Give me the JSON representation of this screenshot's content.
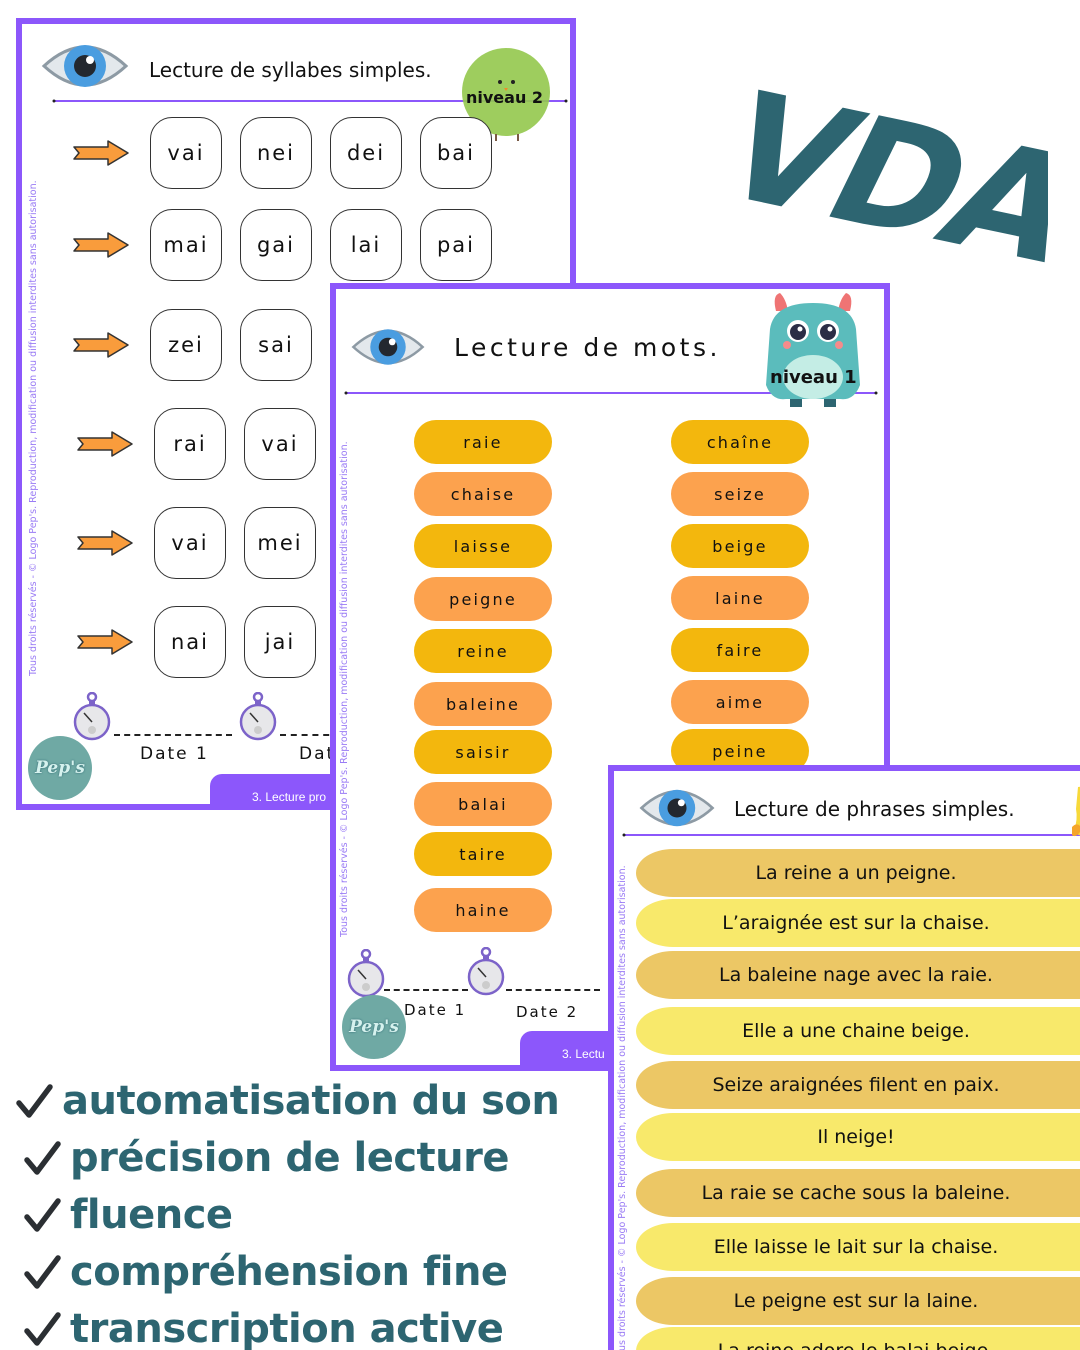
{
  "logo": {
    "text": "VDA",
    "color": "#2d6571"
  },
  "sheet1": {
    "title": "Lecture de syllabes simples.",
    "level": "niveau 2",
    "rows": [
      [
        "vai",
        "nei",
        "dei",
        "bai"
      ],
      [
        "mai",
        "gai",
        "lai",
        "pai"
      ],
      [
        "zei",
        "sai"
      ],
      [
        "rai",
        "vai"
      ],
      [
        "vai",
        "mei"
      ],
      [
        "nai",
        "jai"
      ]
    ],
    "date1": "Date 1",
    "date2": "Dat",
    "footer": "3. Lecture pro",
    "copyright": "Tous droits réservés - © Logo Pep's. Reproduction, modification ou diffusion interdites sans autorisation.",
    "badge": "Pep's"
  },
  "sheet2": {
    "title": "Lecture de mots.",
    "level": "niveau 1",
    "left_words": [
      "raie",
      "chaise",
      "laisse",
      "peigne",
      "reine",
      "baleine",
      "saisir",
      "balai",
      "taire",
      "haine"
    ],
    "right_words": [
      "chaîne",
      "seize",
      "beige",
      "laine",
      "faire",
      "aime",
      "peine"
    ],
    "date1": "Date 1",
    "date2": "Date 2",
    "footer": "3. Lectu",
    "copyright": "Tous droits réservés - © Logo Pep's. Reproduction, modification ou diffusion interdites sans autorisation.",
    "badge": "Pep's"
  },
  "sheet3": {
    "title": "Lecture de phrases simples.",
    "sentences": [
      "La reine a un peigne.",
      "L’araignée est sur la chaise.",
      "La baleine nage avec la raie.",
      "Elle a une chaine beige.",
      "Seize araignées filent en paix.",
      "Il neige!",
      "La raie se cache sous la baleine.",
      "Elle laisse le lait sur la chaise.",
      "Le peigne est sur la laine.",
      "La reine adore le balai beige."
    ],
    "copyright": "Tous droits réservés - © Logo Pep's. Reproduction, modification ou diffusion interdites sans autorisation."
  },
  "skills": [
    "automatisation du son",
    "précision de lecture",
    "fluence",
    "compréhension fine",
    "transcription active"
  ],
  "colors": {
    "purple": "#8c57fb",
    "pill_yellow": "#f3b70d",
    "pill_orange": "#fca24e",
    "teal": "#2d6571"
  }
}
